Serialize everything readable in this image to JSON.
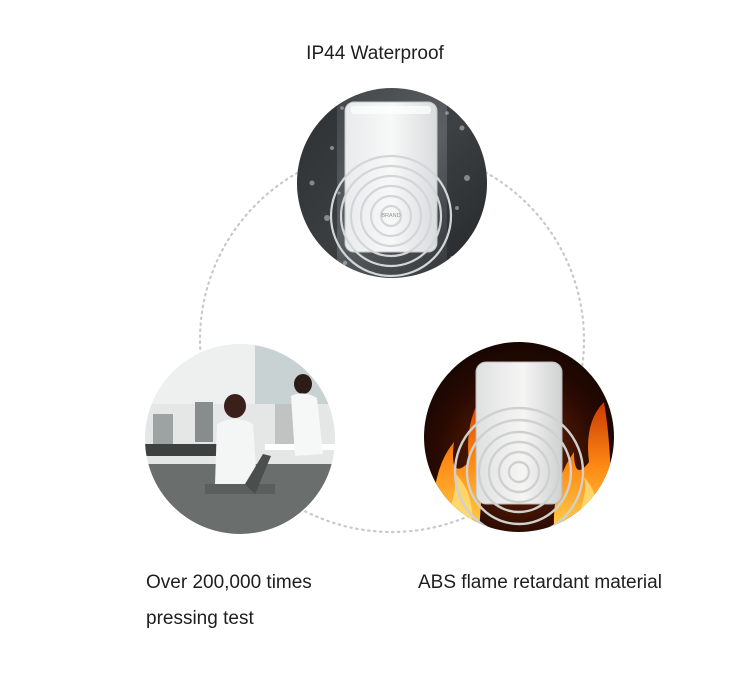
{
  "features": {
    "waterproof": {
      "title": "IP44 Waterproof"
    },
    "pressing": {
      "line1": "Over 200,000 times",
      "line2": "pressing test"
    },
    "flame": {
      "title": "ABS flame retardant material"
    }
  },
  "device": {
    "brand": "BRAND"
  }
}
